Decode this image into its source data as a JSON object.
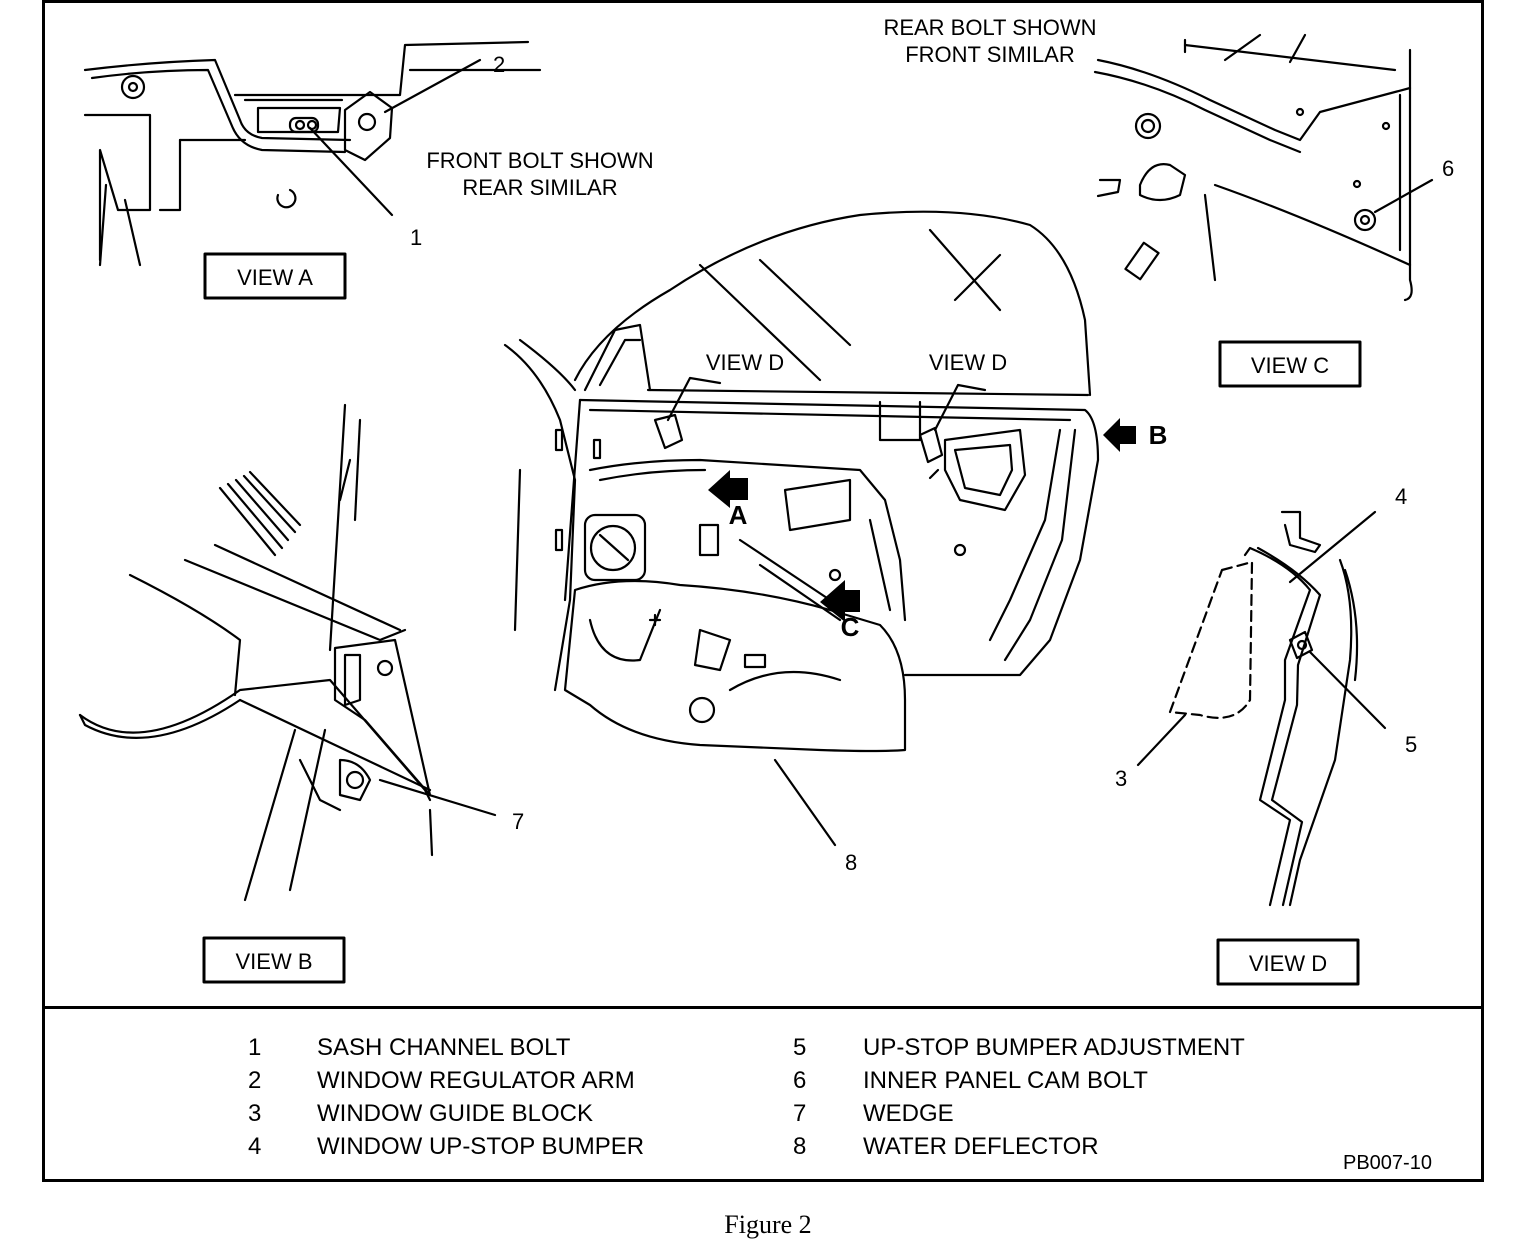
{
  "views": {
    "a": {
      "label": "VIEW A",
      "caption_line1": "FRONT BOLT SHOWN",
      "caption_line2": "REAR SIMILAR"
    },
    "b": {
      "label": "VIEW B"
    },
    "c": {
      "label": "VIEW C",
      "caption_line1": "REAR BOLT SHOWN",
      "caption_line2": "FRONT SIMILAR"
    },
    "d": {
      "label": "VIEW D"
    }
  },
  "main": {
    "view_d_left": "VIEW D",
    "view_d_right": "VIEW D",
    "arrow_a": "A",
    "arrow_b": "B",
    "arrow_c": "C"
  },
  "callouts": {
    "n1": "1",
    "n2": "2",
    "n3": "3",
    "n4": "4",
    "n5": "5",
    "n6": "6",
    "n7": "7",
    "n8": "8"
  },
  "legend": [
    {
      "num": "1",
      "text": "SASH CHANNEL BOLT"
    },
    {
      "num": "2",
      "text": "WINDOW REGULATOR ARM"
    },
    {
      "num": "3",
      "text": "WINDOW GUIDE BLOCK"
    },
    {
      "num": "4",
      "text": "WINDOW UP-STOP BUMPER"
    },
    {
      "num": "5",
      "text": "UP-STOP BUMPER ADJUSTMENT"
    },
    {
      "num": "6",
      "text": "INNER PANEL CAM BOLT"
    },
    {
      "num": "7",
      "text": "WEDGE"
    },
    {
      "num": "8",
      "text": "WATER DEFLECTOR"
    }
  ],
  "drawing_code": "PB007-10",
  "figure_caption": "Figure 2"
}
